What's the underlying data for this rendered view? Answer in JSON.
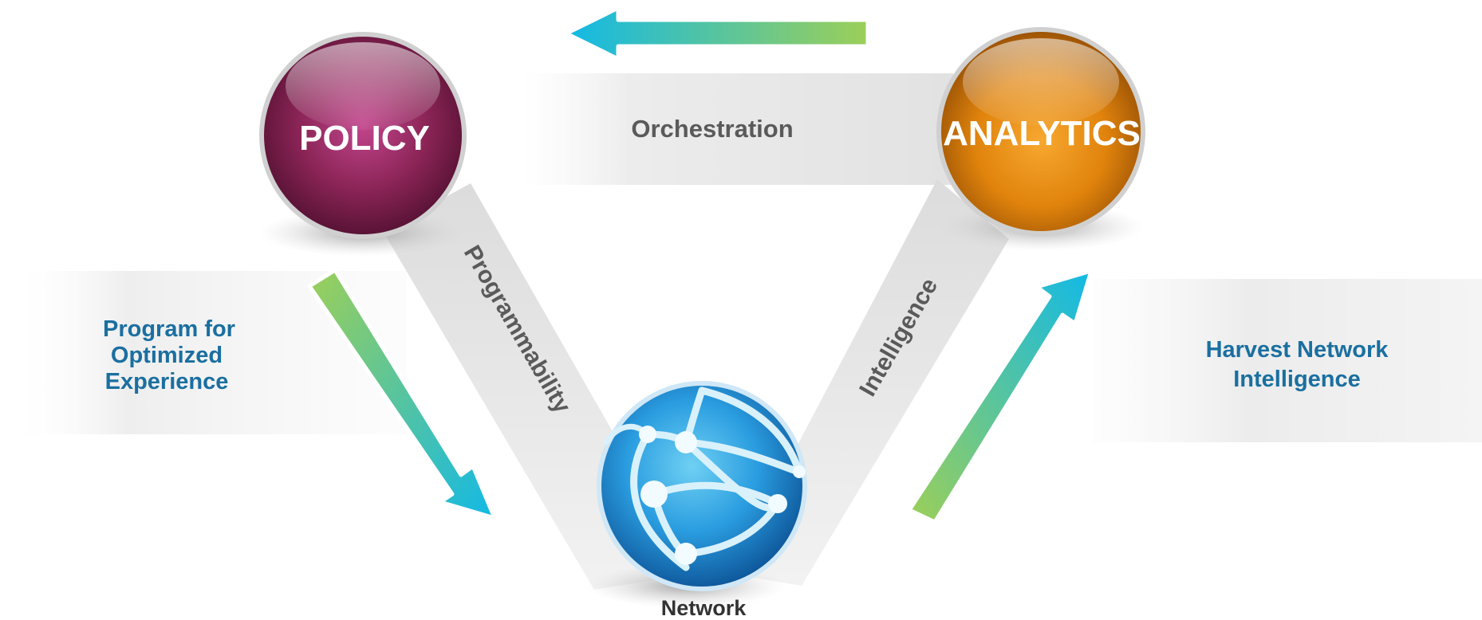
{
  "nodes": {
    "policy": {
      "label": "POLICY",
      "color": "#8a2456"
    },
    "analytics": {
      "label": "ANALYTICS",
      "color": "#e58a10"
    },
    "network": {
      "label": "Network",
      "color": "#1e8fd6"
    }
  },
  "edges": {
    "orchestration": "Orchestration",
    "programmability": "Programmability",
    "intelligence": "Intelligence"
  },
  "side_notes": {
    "left": {
      "line1": "Program for",
      "line2": "Optimized",
      "line3": "Experience"
    },
    "right": {
      "line1": "Harvest Network",
      "line2": "Intelligence"
    }
  },
  "colors": {
    "accent_text": "#1a6fa0",
    "arrow_cyan": "#12b9e6",
    "arrow_green": "#9ccf58"
  }
}
